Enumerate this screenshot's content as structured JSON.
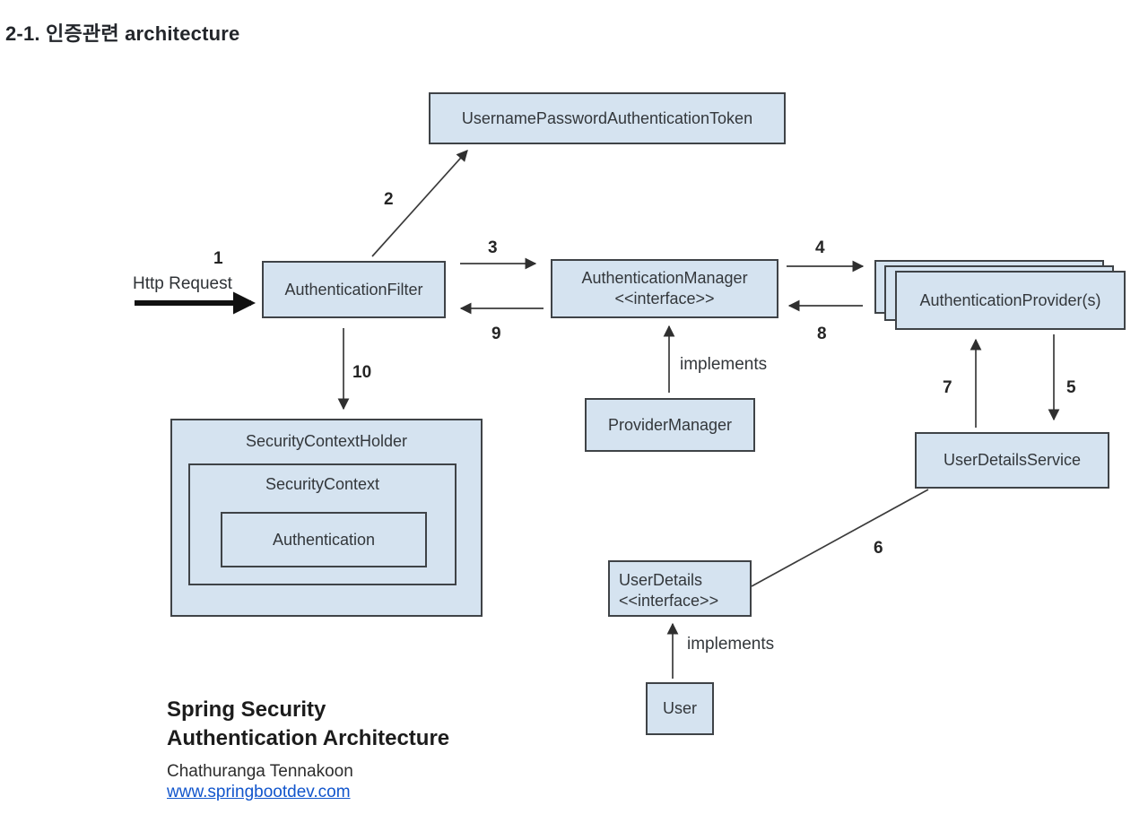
{
  "page": {
    "title": "2-1. 인증관련 architecture"
  },
  "colors": {
    "node_fill": "#d5e3f0",
    "node_border": "#3f4347",
    "line_color": "#3b3b3b",
    "link_color": "#1155cc"
  },
  "diagram": {
    "nodes": {
      "token": "UsernamePasswordAuthenticationToken",
      "filter": "AuthenticationFilter",
      "manager": "AuthenticationManager",
      "manager_stereotype": "<<interface>>",
      "providers": "AuthenticationProvider(s)",
      "provider_manager": "ProviderManager",
      "security_context_holder": "SecurityContextHolder",
      "security_context": "SecurityContext",
      "authentication": "Authentication",
      "user_details_service": "UserDetailsService",
      "user_details": "UserDetails",
      "user_details_stereotype": "<<interface>>",
      "user": "User"
    },
    "labels": {
      "http_request": "Http Request",
      "implements_manager": "implements",
      "implements_user_details": "implements",
      "n1": "1",
      "n2": "2",
      "n3": "3",
      "n4": "4",
      "n5": "5",
      "n6": "6",
      "n7": "7",
      "n8": "8",
      "n9": "9",
      "n10": "10"
    }
  },
  "footer": {
    "title_line1": "Spring Security",
    "title_line2": "Authentication Architecture",
    "author": "Chathuranga Tennakoon",
    "link": "www.springbootdev.com"
  }
}
